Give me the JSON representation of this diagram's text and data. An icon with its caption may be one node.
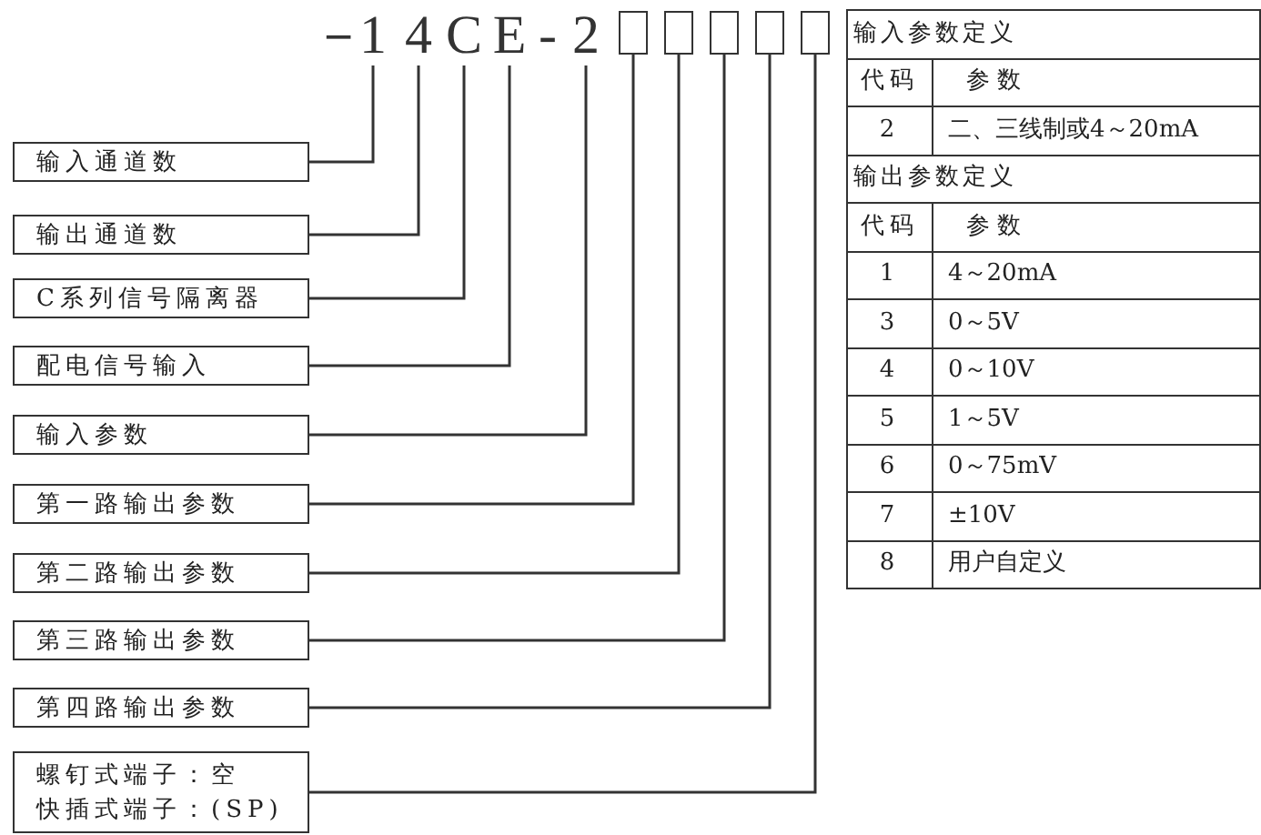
{
  "diagram": {
    "nodes": [
      {
        "text": [
          "1"
        ]
      },
      {
        "text": [
          "4"
        ]
      },
      {
        "text": [
          "C"
        ]
      },
      {
        "text": [
          "E"
        ]
      },
      {
        "text": [
          "2"
        ]
      },
      {
        "text": [],
        "shape": "box"
      },
      {
        "text": [],
        "shape": "box"
      },
      {
        "text": [],
        "shape": "box"
      },
      {
        "text": [],
        "shape": "box"
      },
      {
        "text": [],
        "shape": "box"
      },
      {
        "text": [
          "输入通道数"
        ]
      },
      {
        "text": [
          "输出通道数"
        ]
      },
      {
        "text": [
          "C系列信号隔离器"
        ]
      },
      {
        "text": [
          "配电信号输入"
        ]
      },
      {
        "text": [
          "输入参数"
        ]
      },
      {
        "text": [
          "第一路输出参数"
        ]
      },
      {
        "text": [
          "第二路输出参数"
        ]
      },
      {
        "text": [
          "第三路输出参数"
        ]
      },
      {
        "text": [
          "第四路输出参数"
        ]
      },
      {
        "text": [
          "螺钉式端子：空",
          "快插式端子：(SP)"
        ]
      }
    ],
    "edges": [
      {
        "from": 10,
        "to": 0,
        "arrow": "none"
      },
      {
        "from": 11,
        "to": 1,
        "arrow": "none"
      },
      {
        "from": 12,
        "to": 2,
        "arrow": "none"
      },
      {
        "from": 13,
        "to": 3,
        "arrow": "none"
      },
      {
        "from": 14,
        "to": 4,
        "arrow": "none"
      },
      {
        "from": 15,
        "to": 5,
        "arrow": "none"
      },
      {
        "from": 16,
        "to": 6,
        "arrow": "none"
      },
      {
        "from": 17,
        "to": 7,
        "arrow": "none"
      },
      {
        "from": 18,
        "to": 8,
        "arrow": "none"
      },
      {
        "from": 19,
        "to": 9,
        "arrow": "none"
      }
    ],
    "labels": [
      "－",
      "-",
      "输入参数定义",
      "代码",
      "参数",
      "2",
      "二、三线制或4～20mA",
      "输出参数定义",
      "代码",
      "参数",
      "1",
      "4～20mA",
      "3",
      "0～5V",
      "4",
      "0～10V",
      "5",
      "1～5V",
      "6",
      "0～75mV",
      "7",
      "±10V",
      "8",
      "用户自定义"
    ]
  }
}
